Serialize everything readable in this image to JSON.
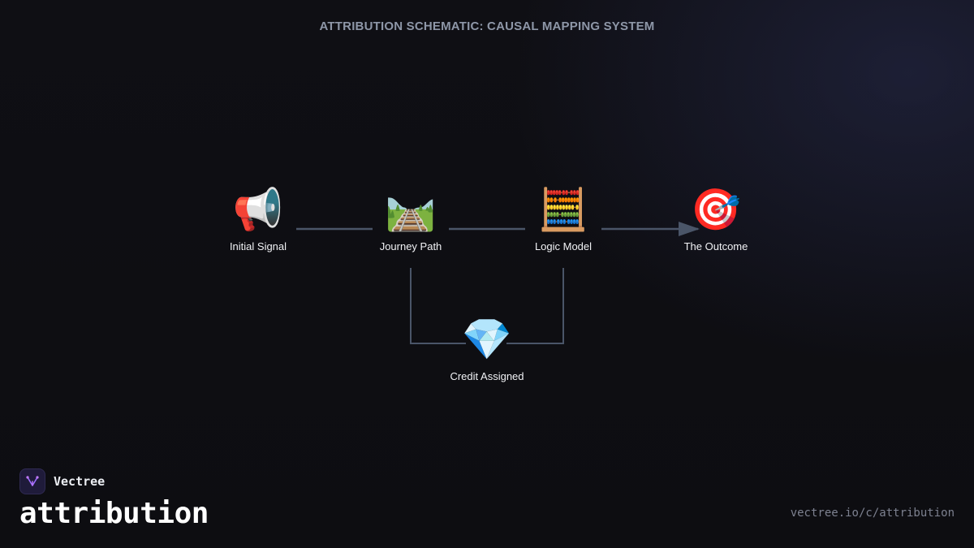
{
  "title": "ATTRIBUTION SCHEMATIC: CAUSAL MAPPING SYSTEM",
  "nodes": [
    {
      "id": "initial-signal",
      "label": "Initial Signal",
      "icon": "megaphone-icon",
      "glyph": "📢"
    },
    {
      "id": "journey-path",
      "label": "Journey Path",
      "icon": "railway-track-icon",
      "glyph": "🛤️"
    },
    {
      "id": "logic-model",
      "label": "Logic Model",
      "icon": "abacus-icon",
      "glyph": "🧮"
    },
    {
      "id": "the-outcome",
      "label": "The Outcome",
      "icon": "target-icon",
      "glyph": "🎯"
    },
    {
      "id": "credit-assigned",
      "label": "Credit Assigned",
      "icon": "gem-icon",
      "glyph": "💎"
    }
  ],
  "edges": [
    {
      "from": "initial-signal",
      "to": "journey-path",
      "arrow": false
    },
    {
      "from": "journey-path",
      "to": "logic-model",
      "arrow": false
    },
    {
      "from": "logic-model",
      "to": "the-outcome",
      "arrow": true
    },
    {
      "from": "journey-path",
      "to": "credit-assigned",
      "arrow": false
    },
    {
      "from": "logic-model",
      "to": "credit-assigned",
      "arrow": false
    }
  ],
  "colors": {
    "background": "#0e0e12",
    "connector": "#4a5568",
    "title": "#8e97a8",
    "brand_accent": "#9b6bff"
  },
  "footer": {
    "brand_name": "Vectree",
    "brand_icon": "vectree-logo-icon",
    "product": "attribution",
    "url": "vectree.io/c/attribution"
  }
}
